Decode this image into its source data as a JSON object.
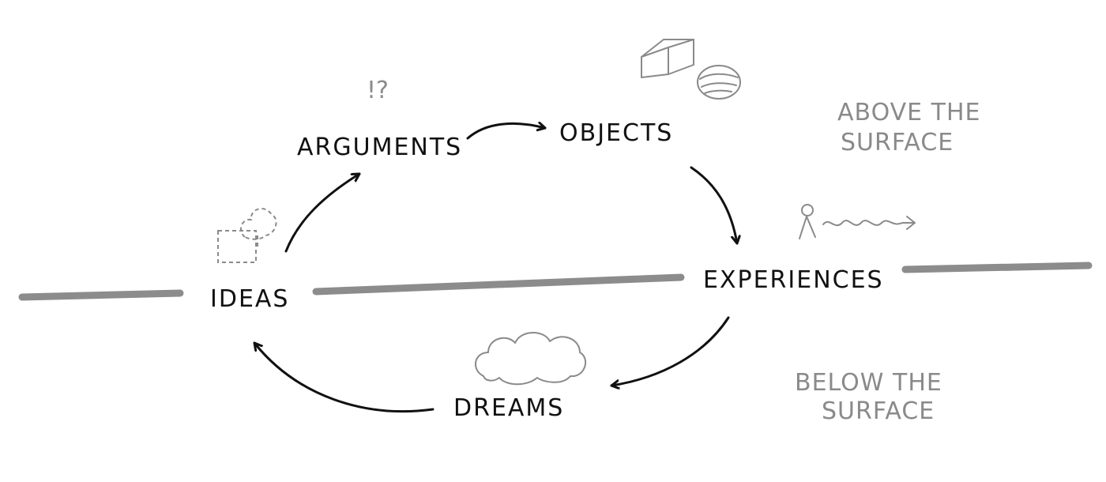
{
  "nodes": {
    "ideas": "IDEAS",
    "arguments": "ARGUMENTS",
    "objects": "OBJECTS",
    "experiences": "EXPERIENCES",
    "dreams": "DREAMS"
  },
  "regions": {
    "above_line1": "ABOVE THE",
    "above_line2": "SURFACE",
    "below_line1": "BELOW THE",
    "below_line2": "SURFACE"
  },
  "marks": {
    "exclamation_question": "!?"
  },
  "icons": {
    "ideas": "dashed-box-and-tree-icon",
    "arguments": "exclamation-question-mark",
    "objects": "box-and-sphere-icon",
    "experiences": "walking-person-icon",
    "dreams": "cloud-icon"
  },
  "colors": {
    "ink": "#111111",
    "pencil": "#8a8a8a",
    "surface_line": "#8c8c8c"
  }
}
